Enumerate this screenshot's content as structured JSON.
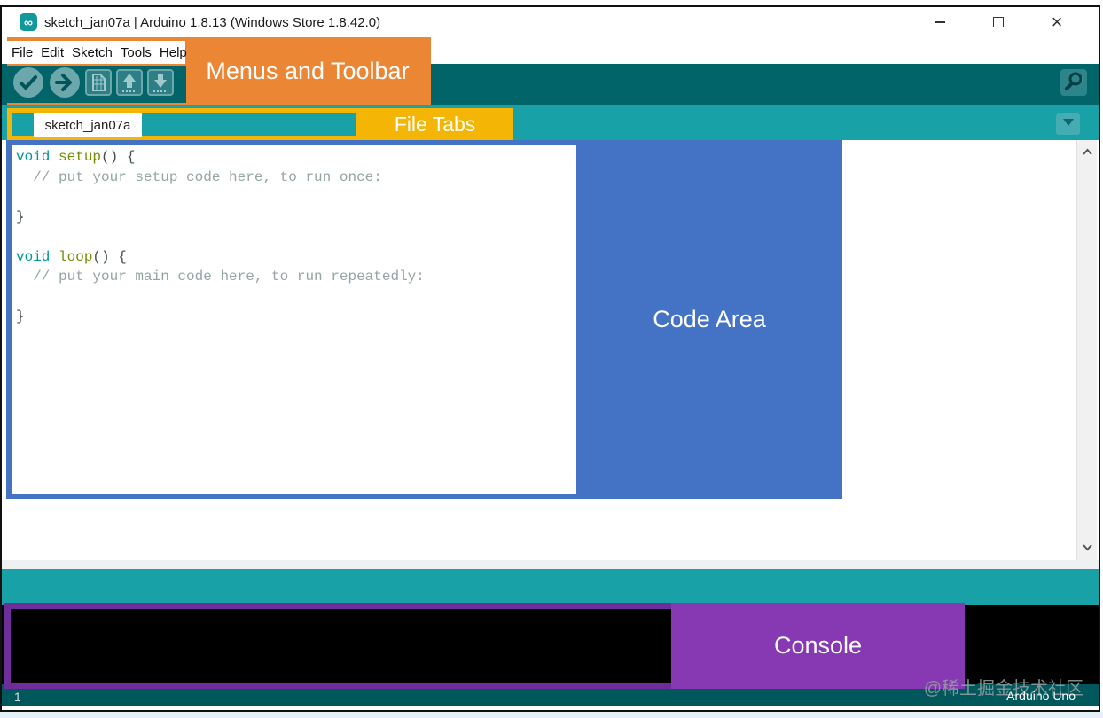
{
  "window": {
    "title": "sketch_jan07a | Arduino 1.8.13 (Windows Store 1.8.42.0)",
    "app_icon": "arduino-infinity-icon",
    "app_icon_glyph": "∞",
    "controls": [
      "minimize",
      "maximize",
      "close"
    ],
    "close_glyph": "×"
  },
  "menu_bar": {
    "items": [
      "File",
      "Edit",
      "Sketch",
      "Tools",
      "Help"
    ]
  },
  "toolbar": {
    "buttons": [
      {
        "name": "verify",
        "icon": "check-icon"
      },
      {
        "name": "upload",
        "icon": "arrow-right-icon"
      },
      {
        "name": "new-sketch",
        "icon": "document-icon"
      },
      {
        "name": "open",
        "icon": "arrow-up-icon"
      },
      {
        "name": "save",
        "icon": "arrow-down-icon"
      }
    ],
    "right_buttons": [
      {
        "name": "serial-monitor",
        "icon": "magnifier-icon"
      }
    ]
  },
  "tab_bar": {
    "active_tab": "sketch_jan07a",
    "dropdown_icon": "chevron-down-icon"
  },
  "editor": {
    "code_lines": [
      [
        [
          "kw",
          "void"
        ],
        [
          "pl",
          " "
        ],
        [
          "fn",
          "setup"
        ],
        [
          "pl",
          "() {"
        ]
      ],
      [
        [
          "cm",
          "  // put your setup code here, to run once:"
        ]
      ],
      [],
      [
        [
          "pl",
          "}"
        ]
      ],
      [],
      [
        [
          "kw",
          "void"
        ],
        [
          "pl",
          " "
        ],
        [
          "fn",
          "loop"
        ],
        [
          "pl",
          "() {"
        ]
      ],
      [
        [
          "cm",
          "  // put your main code here, to run repeatedly:"
        ]
      ],
      [],
      [
        [
          "pl",
          "}"
        ]
      ]
    ],
    "scrollbar_icons": [
      "chevron-up-icon",
      "chevron-down-icon"
    ]
  },
  "status_bar": {
    "line_number": "1",
    "board": "Arduino Uno"
  },
  "watermark": "@稀土掘金技术社区",
  "annotations": {
    "menus_toolbar_label": "Menus and Toolbar",
    "file_tabs_label": "File Tabs",
    "code_area_label": "Code Area",
    "console_label": "Console"
  },
  "colors": {
    "toolbar_teal": "#016468",
    "tabbar_teal": "#18a2a7",
    "statusbar_teal": "#00585c",
    "console_black": "#000000",
    "annotation_orange": "#ea8634",
    "annotation_yellow": "#f4b504",
    "annotation_blue": "#4472c4",
    "annotation_purple": "#6f2d9c",
    "keyword_color": "#00979c",
    "function_color": "#728e00",
    "comment_color": "#95a5a6"
  }
}
